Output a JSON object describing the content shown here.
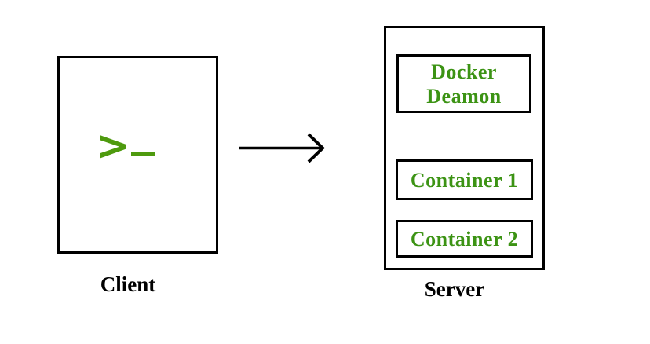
{
  "diagram": {
    "description": "Docker client-server architecture diagram",
    "colors": {
      "background": "#ffffff",
      "outline": "#000000",
      "label_text": "#000000",
      "green_text": "#3c9314",
      "prompt_green": "#4e9a0e"
    },
    "client": {
      "label": "Client",
      "prompt_chevron": ">",
      "prompt_text": ">_"
    },
    "arrow": {
      "direction": "right"
    },
    "server": {
      "label": "Server",
      "daemon_box": {
        "text": "Docker Deamon",
        "line1": "Docker",
        "line2": "Deamon"
      },
      "containers": [
        {
          "label": "Container 1"
        },
        {
          "label": "Container 2"
        }
      ]
    }
  }
}
